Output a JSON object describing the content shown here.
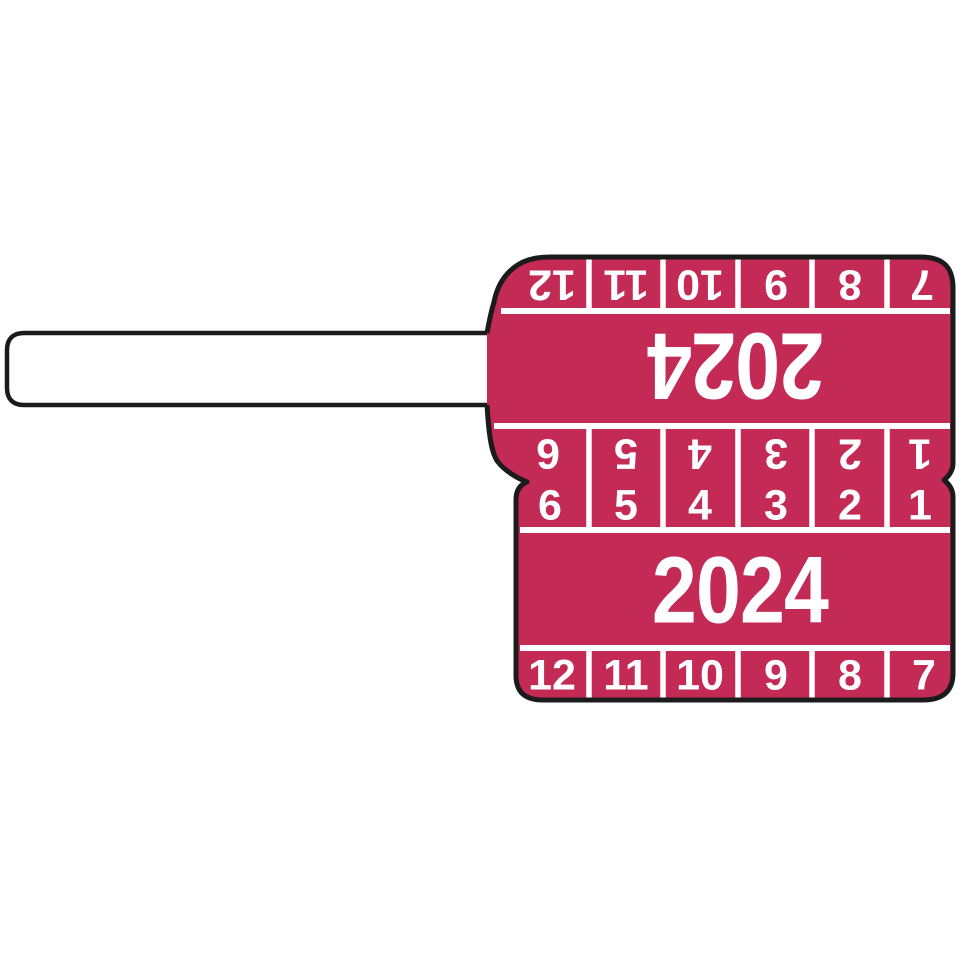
{
  "colors": {
    "label_pink": "#C32A56",
    "outline_black": "#1B1B1B",
    "divider_white": "#FFFFFF",
    "strap_white": "#FFFFFF",
    "digit_white": "#FFFFFF",
    "page_background": "#FFFFFF"
  },
  "label": {
    "year": "2024",
    "months_row_jul_dec": [
      "12",
      "11",
      "10",
      "9",
      "8",
      "7"
    ],
    "months_row_jan_jun": [
      "6",
      "5",
      "4",
      "3",
      "2",
      "1"
    ]
  }
}
